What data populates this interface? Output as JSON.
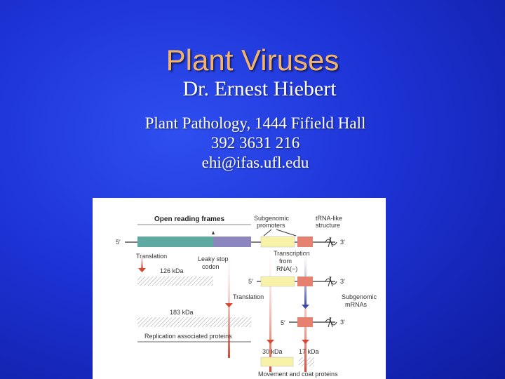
{
  "slide": {
    "title": "Plant Viruses",
    "presenter": "Dr. Ernest Hiebert",
    "department": "Plant Pathology, 1444 Fifield Hall",
    "phone": "392 3631 216",
    "email": "ehi@ifas.ufl.edu"
  },
  "figure": {
    "open_reading_frames": "Open reading frames",
    "subgenomic_promoters_1": "Subgenomic",
    "subgenomic_promoters_2": "promoters",
    "trna_like_1": "tRNA-like",
    "trna_like_2": "structure",
    "five_prime_1": "5′",
    "three_prime_1": "3′",
    "translation_1": "Translation",
    "leaky_stop_1": "Leaky stop",
    "leaky_stop_2": "codon",
    "transcription_1": "Transcription",
    "transcription_2": "from",
    "transcription_3": "RNA(−)",
    "kda_126": "126 kDa",
    "five_prime_2": "5′",
    "three_prime_2": "3′",
    "translation_2": "Translation",
    "subgenomic_mrnas_1": "Subgenomic",
    "subgenomic_mrnas_2": "mRNAs",
    "kda_183": "183 kDa",
    "five_prime_3": "5′",
    "three_prime_3": "3′",
    "replication_proteins": "Replication associated proteins",
    "kda_30": "30 kDa",
    "kda_17": "17 kDa",
    "movement_coat": "Movement and coat proteins"
  },
  "colors": {
    "title": "#f2b46b",
    "background": "#1d33d6",
    "orf_teal": "#5fa9a3",
    "orf_purple": "#8b87be",
    "orf_yellow": "#f7f2a8",
    "orf_salmon": "#e6816f",
    "arrow_red": "#d7462f",
    "arrow_blue": "#3848a8"
  }
}
